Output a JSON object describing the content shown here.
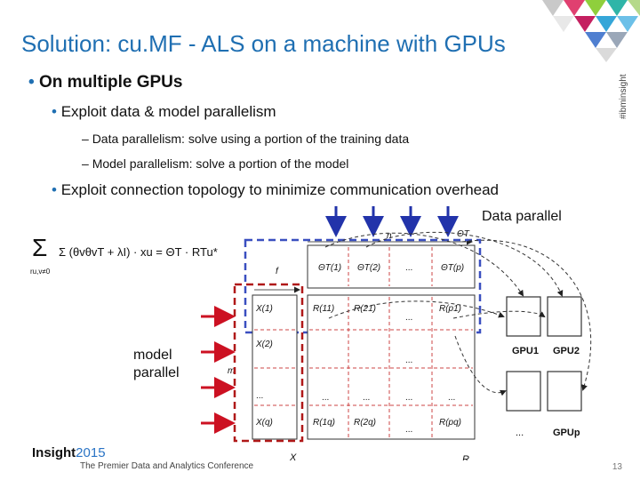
{
  "slide": {
    "title": "Solution: cu.MF - ALS on a machine with GPUs",
    "hashtag": "#ibminsight",
    "bullets": {
      "b1": "On multiple GPUs",
      "b2": "Exploit data & model parallelism",
      "b3": "Data parallelism: solve using a portion of the training data",
      "b4": "Model parallelism: solve a portion of the model",
      "b5": "Exploit connection topology to minimize communication overhead"
    },
    "page_number": "13"
  },
  "footer": {
    "logo_word": "Insight",
    "logo_year": "2015",
    "subtitle": "The Premier Data and Analytics Conference"
  },
  "diagram": {
    "equation": "Σ (θvθvT + λI) · xu = ΘT · RTu*",
    "equation_sub": "ru,v≠0",
    "data_parallel_label": "Data parallel",
    "model_parallel_label": [
      "model",
      "parallel"
    ],
    "n_label": "n",
    "f_label": "f",
    "m_label": "m",
    "x_label": "X",
    "r_label": "R",
    "theta_top": "ΘT",
    "thetas": [
      "ΘT(1)",
      "ΘT(2)",
      "...",
      "ΘT(p)"
    ],
    "x_blocks": [
      "X(1)",
      "X(2)",
      "...",
      "X(q)"
    ],
    "r_row1": [
      "R(11)",
      "R(21)",
      "...",
      "R(p1)"
    ],
    "r_row3": [
      "...",
      "...",
      "...",
      "..."
    ],
    "r_row4": [
      "R(1q)",
      "R(2q)",
      "...",
      "R(pq)"
    ],
    "gpu_labels": [
      "GPU1",
      "GPU2",
      "...",
      "GPUp"
    ],
    "colors": {
      "blue_dash": "#3a4fc0",
      "red_dash": "#b01818",
      "arrow_blue": "#2233aa",
      "arrow_red": "#cc1122"
    }
  }
}
